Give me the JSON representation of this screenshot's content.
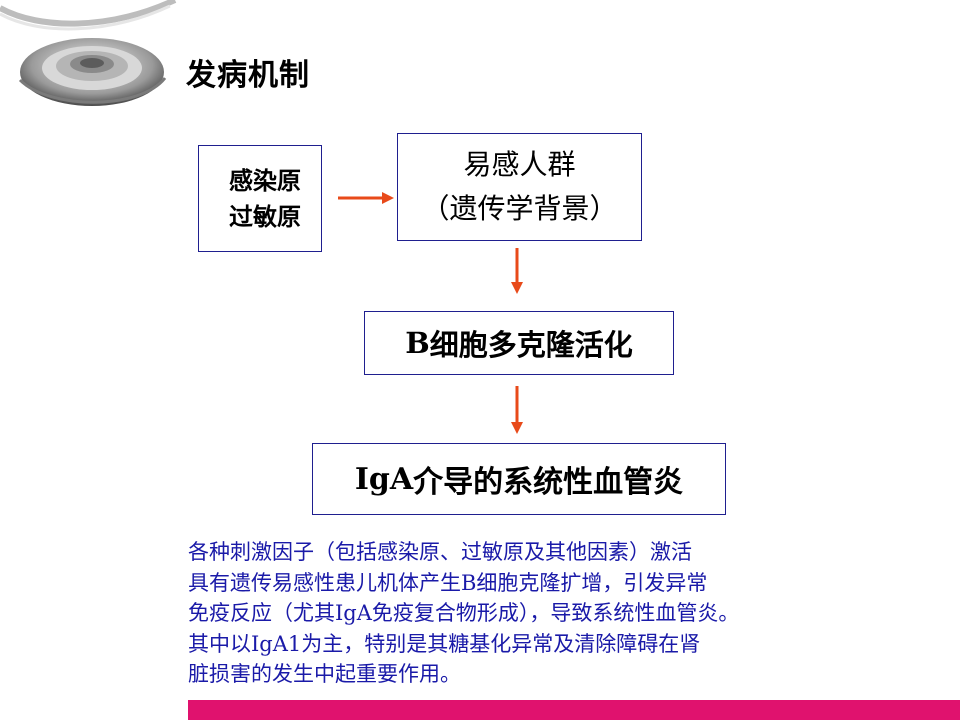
{
  "slide": {
    "title": "发病机制"
  },
  "diagram": {
    "cause_box": {
      "line1": "感染原",
      "line2": "过敏原"
    },
    "group_box": {
      "line1": "易感人群",
      "line2": "（遗传学背景）"
    },
    "bcell_box": {
      "prefix": "B",
      "text": "细胞多克隆活化"
    },
    "iga_box": {
      "prefix": "IgA",
      "text": "介导的系统性血管炎"
    },
    "arrow_color": "#e84a1a"
  },
  "description": {
    "lines": [
      "各种刺激因子（包括感染原、过敏原及其他因素）激活",
      "具有遗传易感性患儿机体产生B细胞克隆扩增，引发异常",
      "免疫反应（尤其IgA免疫复合物形成），导致系统性血管炎。",
      "其中以IgA1为主，特别是其糖基化异常及清除障碍在肾",
      "脏损害的发生中起重要作用。"
    ]
  },
  "colors": {
    "accent_bar": "#e0126e",
    "box_border": "#1f1f8f",
    "description_text": "#1a1aa8"
  }
}
